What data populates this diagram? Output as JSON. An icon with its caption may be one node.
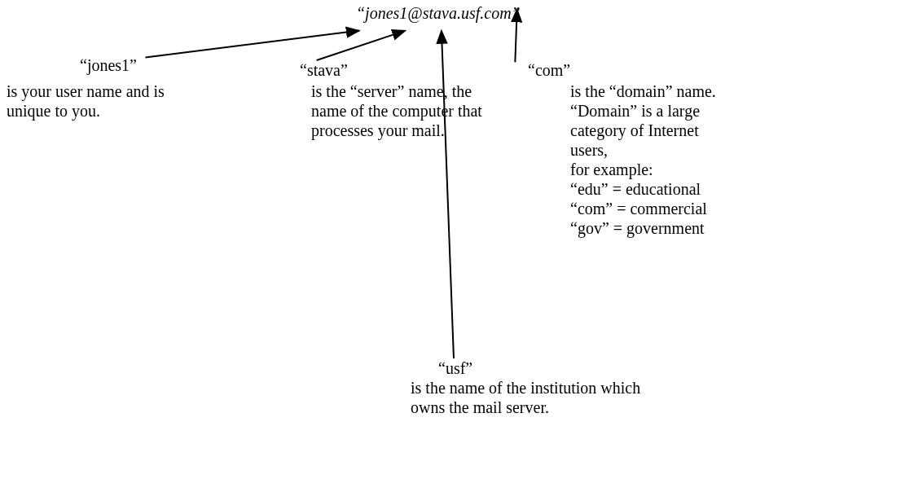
{
  "diagram": {
    "nodes": [
      {
        "text": [
          "“jones1@stava.usf.com”"
        ]
      },
      {
        "text": [
          "“jones1”"
        ],
        "beside": [
          "is your user name and is unique to you."
        ]
      },
      {
        "text": [
          "“stava”"
        ],
        "beside": [
          "is the “server” name, the name of the computer that processes your mail."
        ]
      },
      {
        "text": [
          "“com”"
        ],
        "beside": [
          "is the “domain” name. “Domain” is a large category of Internet users,",
          "for example:",
          "“edu” = educational",
          "“com” = commercial",
          "“gov” = government"
        ]
      },
      {
        "text": [
          "“usf”"
        ],
        "beside": [
          "is the name of the institution which owns the mail server."
        ]
      }
    ],
    "edges": [
      {
        "from": 1,
        "to": 0,
        "arrow": "to"
      },
      {
        "from": 2,
        "to": 0,
        "arrow": "to"
      },
      {
        "from": 4,
        "to": 0,
        "arrow": "to"
      },
      {
        "from": 3,
        "to": 0,
        "arrow": "to"
      }
    ]
  }
}
